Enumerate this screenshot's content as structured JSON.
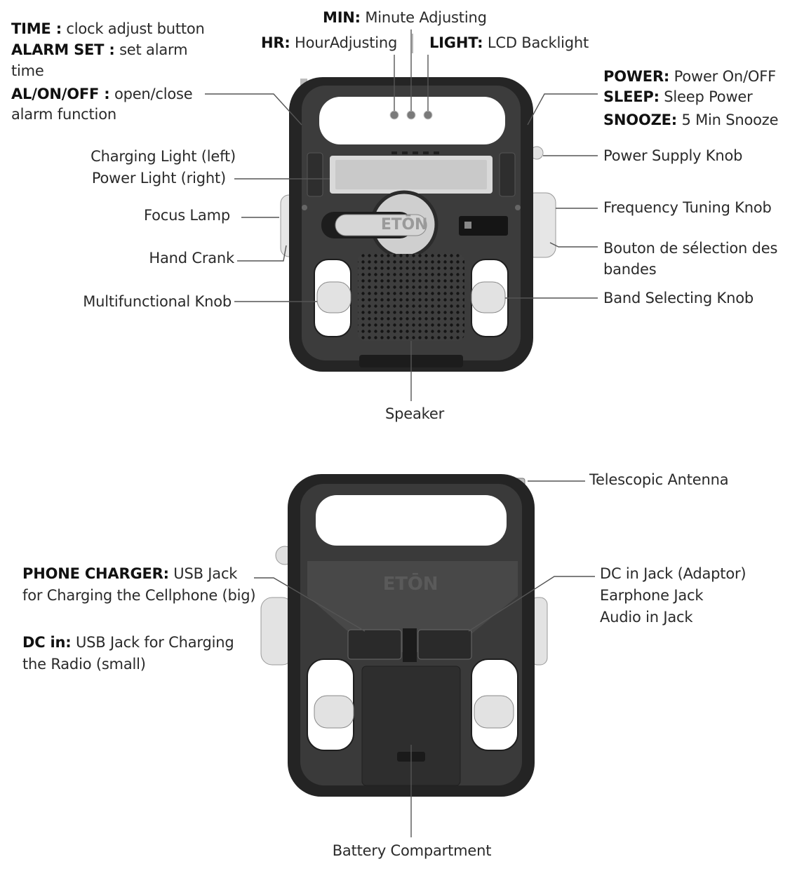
{
  "front": {
    "left": {
      "time_key": "TIME :",
      "time_val": "clock adjust button",
      "alarm_key": "ALARM SET :",
      "alarm_val": "set alarm",
      "alarm_val2": "time",
      "alon_key": "AL/ON/OFF :",
      "alon_val": "open/close",
      "alon_val2": "alarm function",
      "charging_light": "Charging Light (left)",
      "power_light": "Power Light (right)",
      "focus_lamp": "Focus Lamp",
      "hand_crank": "Hand Crank",
      "multi_knob": "Multifunctional Knob"
    },
    "top": {
      "min_key": "MIN:",
      "min_val": "Minute Adjusting",
      "hr_key": "HR:",
      "hr_val": "HourAdjusting",
      "light_key": "LIGHT:",
      "light_val": "LCD Backlight"
    },
    "right": {
      "power_key": "POWER:",
      "power_val": "Power On/OFF",
      "sleep_key": "SLEEP:",
      "sleep_val": "Sleep Power",
      "snooze_key": "SNOOZE:",
      "snooze_val": "5 Min Snooze",
      "power_supply": "Power Supply Knob",
      "freq_knob": "Frequency Tuning Knob",
      "bouton_1": "Bouton de sélection des",
      "bouton_2": "bandes",
      "band_knob": "Band Selecting Knob"
    },
    "speaker": "Speaker",
    "brand": "ETŌN"
  },
  "back": {
    "antenna": "Telescopic Antenna",
    "phone_key": "PHONE CHARGER:",
    "phone_val": "USB Jack",
    "phone_val2": "for Charging the Cellphone (big)",
    "dcin_key": "DC in:",
    "dcin_val": "USB Jack for Charging",
    "dcin_val2": "the Radio (small)",
    "dc_adaptor": "DC in Jack (Adaptor)",
    "earphone": "Earphone Jack",
    "audio_in": "Audio in Jack",
    "battery": "Battery Compartment",
    "brand": "ETŌN"
  },
  "colors": {
    "body": "#3a3a3a",
    "frame": "#232323",
    "panel": "#5e5e5e",
    "knob": "#e4e4e4",
    "line": "#555555"
  }
}
